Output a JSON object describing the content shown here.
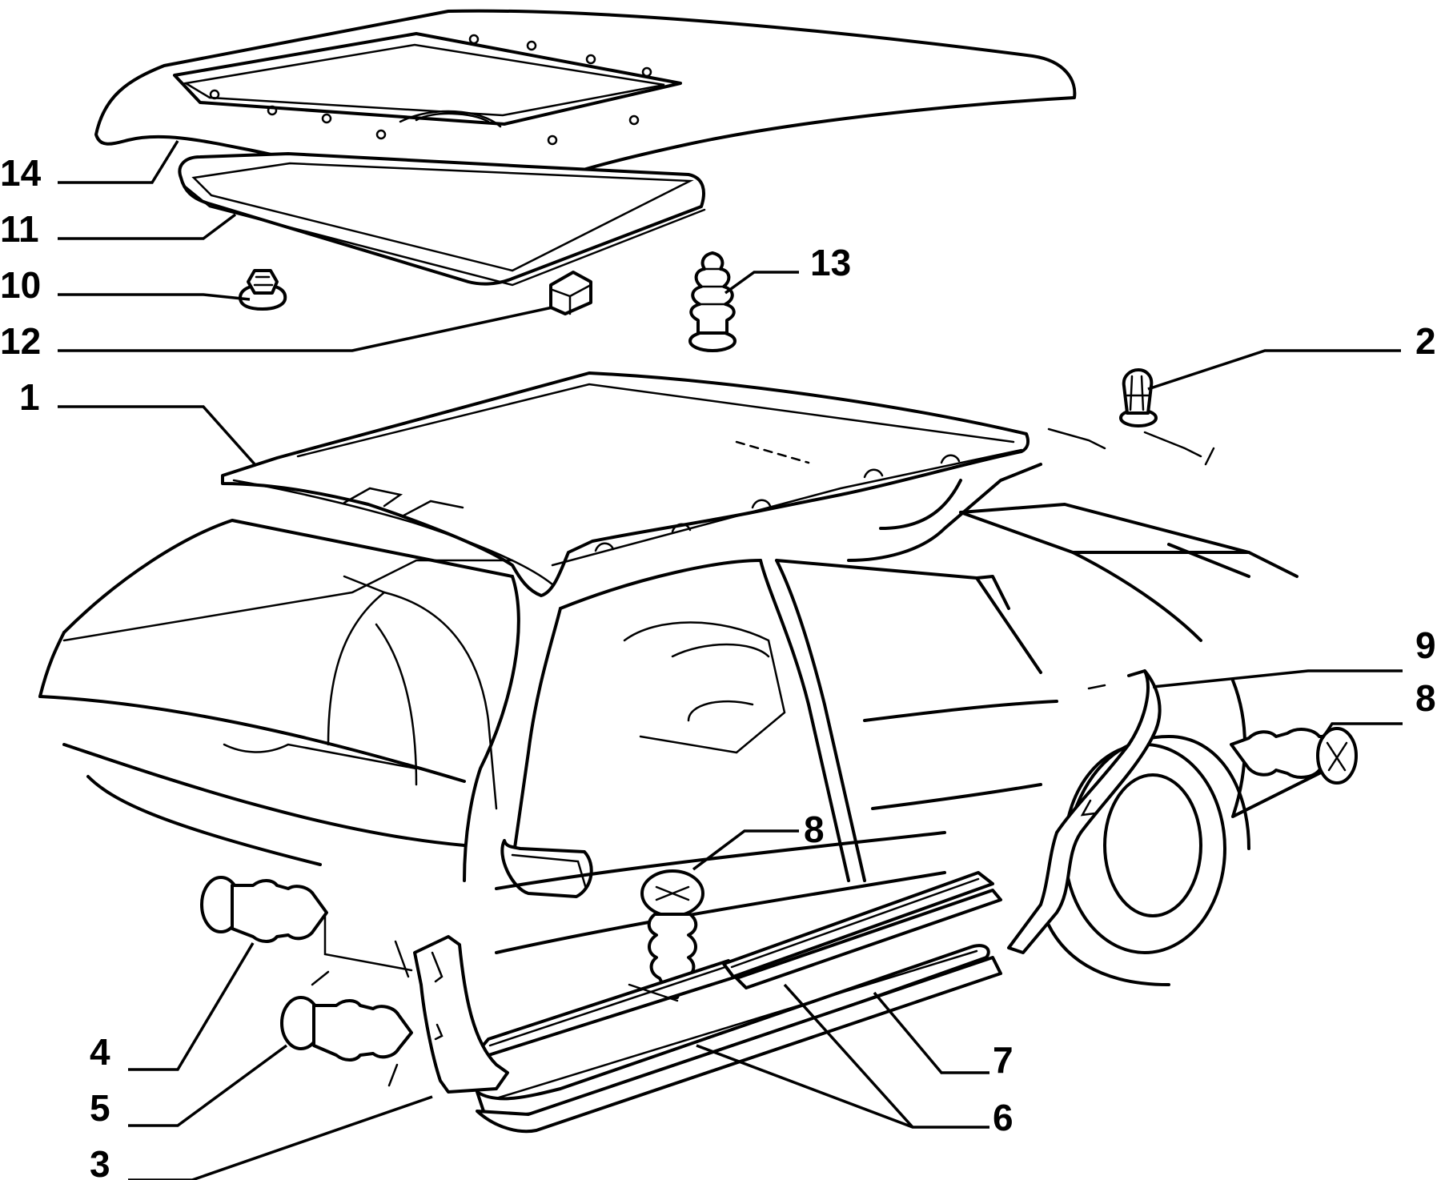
{
  "diagram": {
    "callouts": [
      {
        "id": "14",
        "label": "14"
      },
      {
        "id": "11",
        "label": "11"
      },
      {
        "id": "10",
        "label": "10"
      },
      {
        "id": "12",
        "label": "12"
      },
      {
        "id": "1",
        "label": "1"
      },
      {
        "id": "13",
        "label": "13"
      },
      {
        "id": "2",
        "label": "2"
      },
      {
        "id": "9",
        "label": "9"
      },
      {
        "id": "8a",
        "label": "8"
      },
      {
        "id": "8b",
        "label": "8"
      },
      {
        "id": "4",
        "label": "4"
      },
      {
        "id": "5",
        "label": "5"
      },
      {
        "id": "3",
        "label": "3"
      },
      {
        "id": "7",
        "label": "7"
      },
      {
        "id": "6",
        "label": "6"
      }
    ]
  }
}
